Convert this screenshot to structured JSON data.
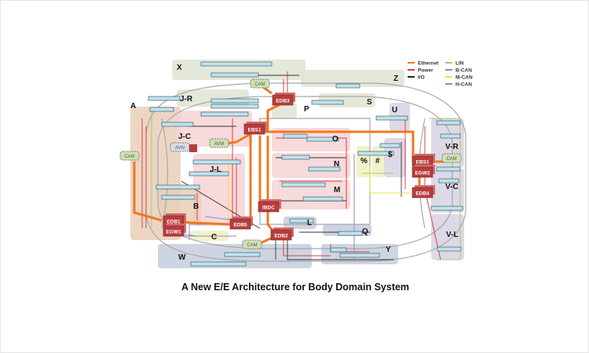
{
  "caption": "A New E/E Architecture for Body Domain System",
  "legend": [
    {
      "label": "Ethernet",
      "color": "#f07820"
    },
    {
      "label": "Power",
      "color": "#e04040"
    },
    {
      "label": "I/O",
      "color": "#222222"
    },
    {
      "label": "LIN",
      "color": "#a8cc70"
    },
    {
      "label": "B-CAN",
      "color": "#6a9ad8"
    },
    {
      "label": "M-CAN",
      "color": "#f0e040"
    },
    {
      "label": "H-CAN",
      "color": "#9a8ab8"
    }
  ],
  "zones": [
    {
      "label": "X"
    },
    {
      "label": "A"
    },
    {
      "label": "J-R"
    },
    {
      "label": "J-C"
    },
    {
      "label": "J-L"
    },
    {
      "label": "B"
    },
    {
      "label": "C"
    },
    {
      "label": "W"
    },
    {
      "label": "L"
    },
    {
      "label": "Q"
    },
    {
      "label": "Y"
    },
    {
      "label": "Z"
    },
    {
      "label": "P"
    },
    {
      "label": "S"
    },
    {
      "label": "U"
    },
    {
      "label": "O"
    },
    {
      "label": "N"
    },
    {
      "label": "M"
    },
    {
      "label": "%"
    },
    {
      "label": "#"
    },
    {
      "label": "$"
    },
    {
      "label": "V-R"
    },
    {
      "label": "V-C"
    },
    {
      "label": "V-L"
    }
  ],
  "ecus": [
    "EDB3",
    "EBS1",
    "EDB1",
    "EGW1",
    "EDB5",
    "IBDC",
    "EDB2",
    "EBS1",
    "EGW2",
    "EDB4"
  ],
  "modules": [
    "CAM",
    "CAM",
    "CAM",
    "CAM",
    "AVM",
    "AVN"
  ],
  "colors": {
    "ecu": "#b83c3c",
    "ethernet": "#f07820",
    "power": "#e04040"
  }
}
